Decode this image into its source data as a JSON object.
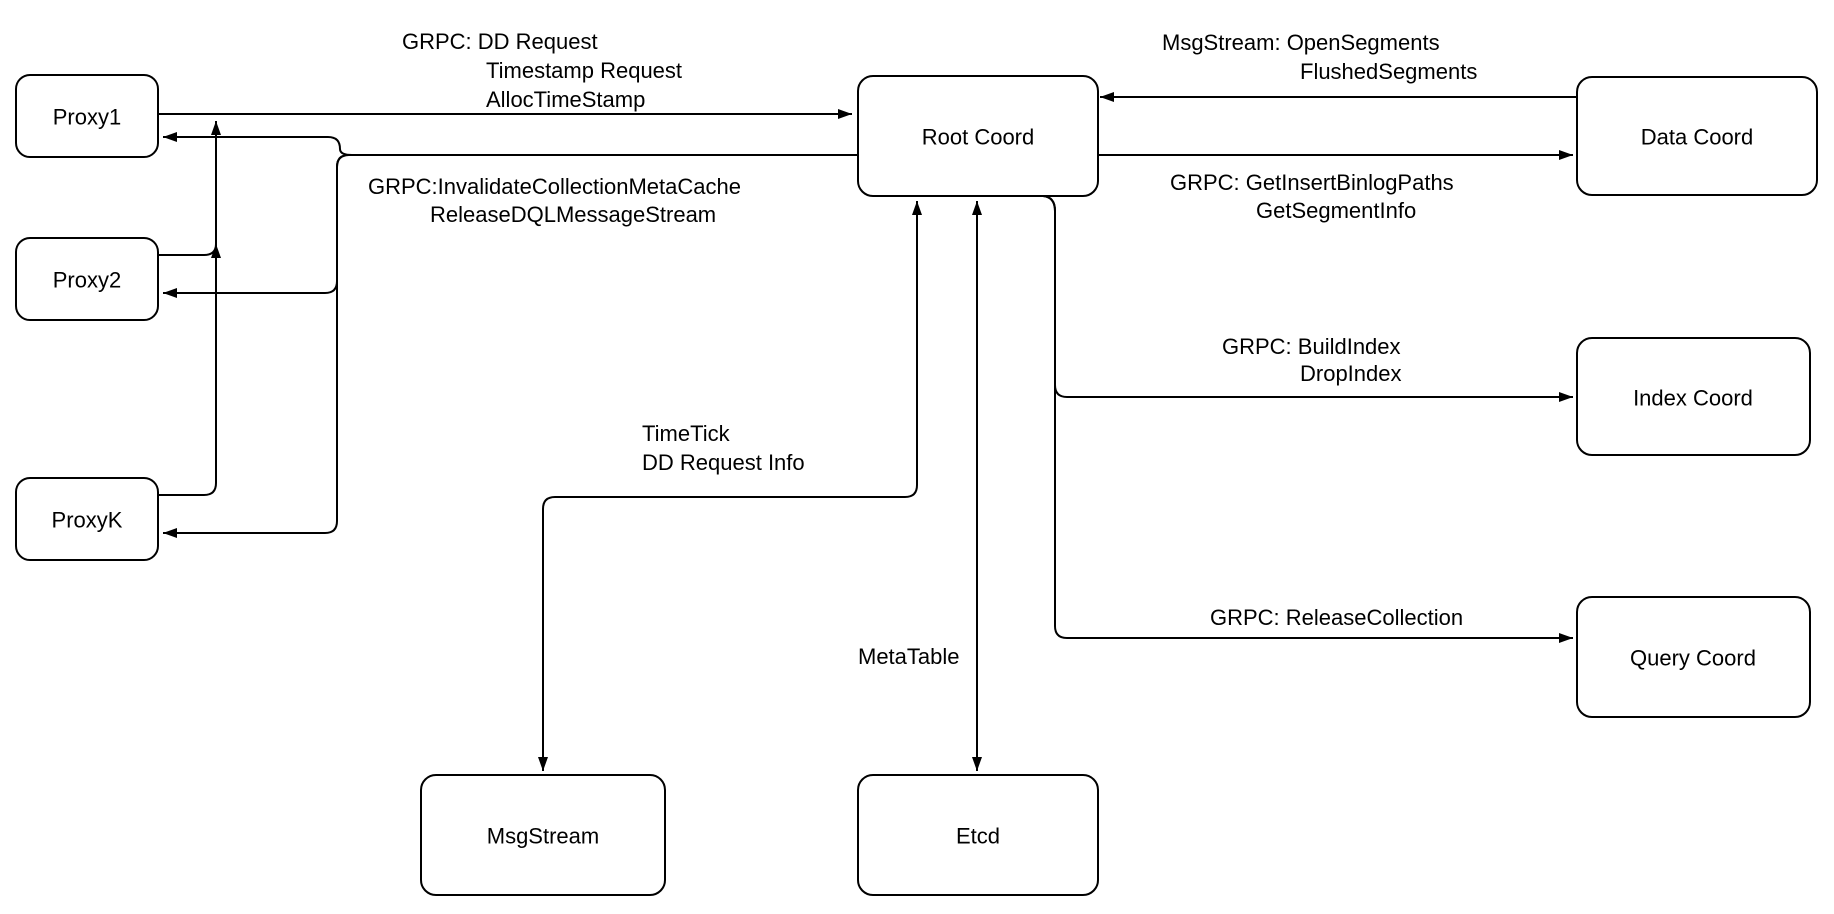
{
  "diagram": {
    "colors": {
      "background": "#ffffff",
      "node_fill": "#ffffff",
      "stroke": "#000000",
      "text": "#000000"
    },
    "nodes": {
      "proxy1": {
        "label": "Proxy1"
      },
      "proxy2": {
        "label": "Proxy2"
      },
      "proxyk": {
        "label": "ProxyK"
      },
      "root_coord": {
        "label": "Root Coord"
      },
      "data_coord": {
        "label": "Data Coord"
      },
      "index_coord": {
        "label": "Index Coord"
      },
      "query_coord": {
        "label": "Query Coord"
      },
      "msgstream": {
        "label": "MsgStream"
      },
      "etcd": {
        "label": "Etcd"
      }
    },
    "edge_labels": {
      "proxy_to_root": {
        "line1": "GRPC: DD Request",
        "line2": "Timestamp Request",
        "line3": "AllocTimeStamp"
      },
      "root_to_proxy": {
        "line1": "GRPC:InvalidateCollectionMetaCache",
        "line2": "ReleaseDQLMessageStream"
      },
      "data_to_root": {
        "line1": "MsgStream: OpenSegments",
        "line2": "FlushedSegments"
      },
      "root_to_data": {
        "line1": "GRPC: GetInsertBinlogPaths",
        "line2": "GetSegmentInfo"
      },
      "root_to_index": {
        "line1": "GRPC: BuildIndex",
        "line2": "DropIndex"
      },
      "root_to_query": {
        "line1": "GRPC: ReleaseCollection"
      },
      "root_to_msgstream": {
        "line1": "TimeTick",
        "line2": "DD Request Info"
      },
      "root_to_etcd": {
        "line1": "MetaTable"
      }
    }
  }
}
